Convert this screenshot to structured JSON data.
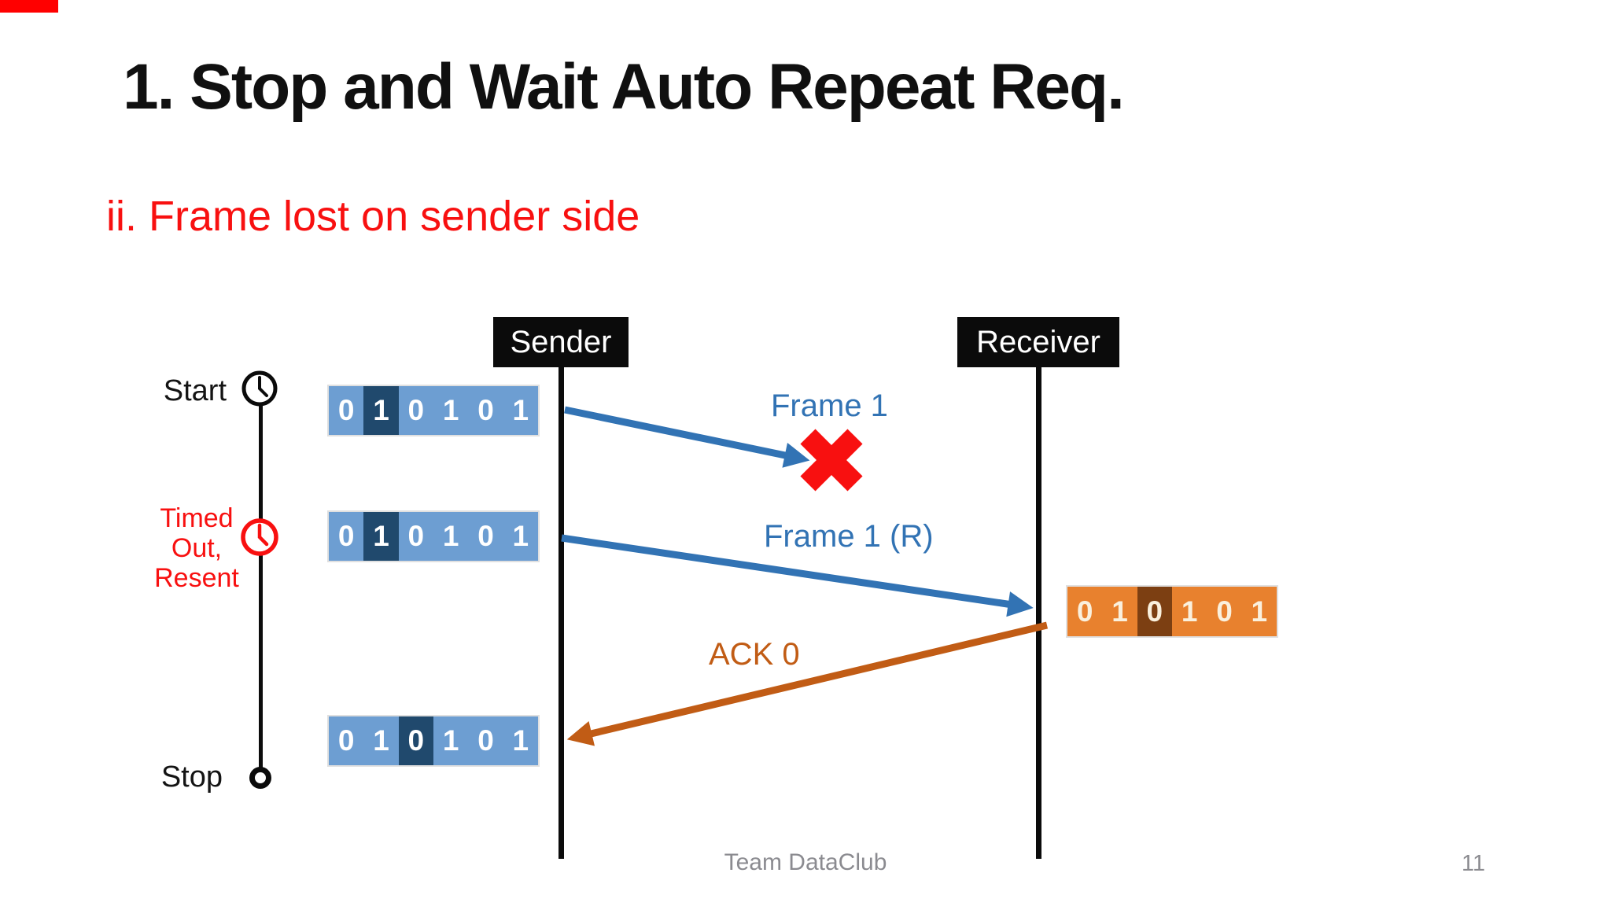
{
  "slide": {
    "title": "1. Stop and Wait Auto Repeat Req.",
    "subtitle": "ii. Frame lost on sender side",
    "footer": "Team DataClub",
    "page_number": "11"
  },
  "timeline": {
    "sender_label": "Sender",
    "receiver_label": "Receiver",
    "start_label": "Start",
    "timeout_label": "Timed\nOut,\nResent",
    "stop_label": "Stop"
  },
  "messages": [
    {
      "label": "Frame 1",
      "from": "sender",
      "to": "receiver",
      "status": "lost"
    },
    {
      "label": "Frame 1 (R)",
      "from": "sender",
      "to": "receiver",
      "status": "delivered"
    },
    {
      "label": "ACK 0",
      "from": "receiver",
      "to": "sender",
      "status": "delivered"
    }
  ],
  "bit_boxes": [
    {
      "owner": "sender",
      "bits": [
        "0",
        "1",
        "0",
        "1",
        "0",
        "1"
      ],
      "highlight_index": 1,
      "scheme": "blue"
    },
    {
      "owner": "sender",
      "bits": [
        "0",
        "1",
        "0",
        "1",
        "0",
        "1"
      ],
      "highlight_index": 1,
      "scheme": "blue"
    },
    {
      "owner": "sender",
      "bits": [
        "0",
        "1",
        "0",
        "1",
        "0",
        "1"
      ],
      "highlight_index": 2,
      "scheme": "blue"
    },
    {
      "owner": "receiver",
      "bits": [
        "0",
        "1",
        "0",
        "1",
        "0",
        "1"
      ],
      "highlight_index": 2,
      "scheme": "orange"
    }
  ],
  "colors": {
    "accent_red": "#f81010",
    "arrow_blue": "#3273b4",
    "arrow_orange": "#c15c15",
    "cell_blue": "#6d9ed2",
    "cell_blue_dark": "#20496d",
    "cell_orange": "#e8812e",
    "cell_orange_dark": "#7c3f12",
    "ink": "#0b0b0b",
    "footer_gray": "#8b8b90"
  }
}
